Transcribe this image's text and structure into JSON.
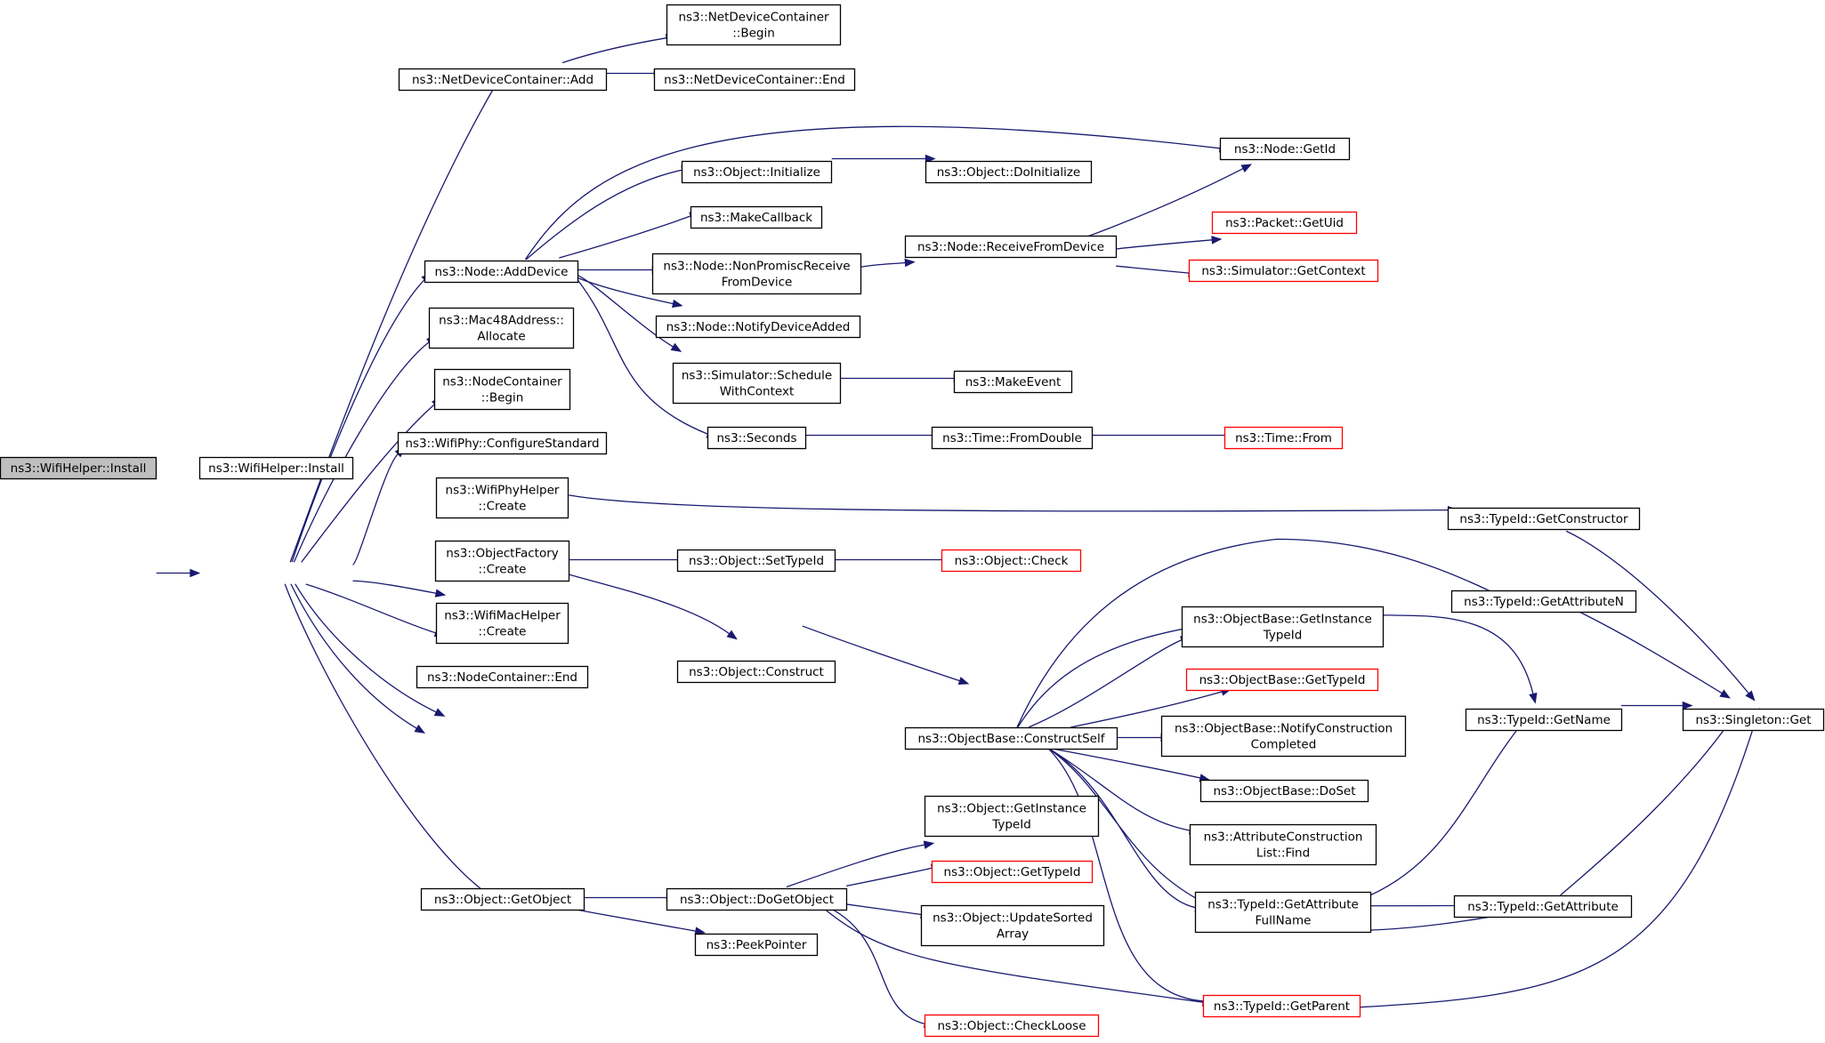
{
  "colors": {
    "edge": "#191970",
    "border": "#000000",
    "truncated_border": "#ff0000",
    "root_fill": "#bfbfbf",
    "fill": "#ffffff"
  },
  "nodes": {
    "root": {
      "lines": [
        "ns3::WifiHelper::Install"
      ]
    },
    "install": {
      "lines": [
        "ns3::WifiHelper::Install"
      ]
    },
    "ndc_add": {
      "lines": [
        "ns3::NetDeviceContainer::Add"
      ]
    },
    "ndc_begin": {
      "lines": [
        "ns3::NetDeviceContainer",
        "::Begin"
      ]
    },
    "ndc_end": {
      "lines": [
        "ns3::NetDeviceContainer::End"
      ]
    },
    "node_adddevice": {
      "lines": [
        "ns3::Node::AddDevice"
      ]
    },
    "mac48": {
      "lines": [
        "ns3::Mac48Address::",
        "Allocate"
      ]
    },
    "nc_begin": {
      "lines": [
        "ns3::NodeContainer",
        "::Begin"
      ]
    },
    "phy_cfg": {
      "lines": [
        "ns3::WifiPhy::ConfigureStandard"
      ]
    },
    "phyhelper_create": {
      "lines": [
        "ns3::WifiPhyHelper",
        "::Create"
      ]
    },
    "of_create": {
      "lines": [
        "ns3::ObjectFactory",
        "::Create"
      ]
    },
    "machelper_create": {
      "lines": [
        "ns3::WifiMacHelper",
        "::Create"
      ]
    },
    "nc_end": {
      "lines": [
        "ns3::NodeContainer::End"
      ]
    },
    "getobject": {
      "lines": [
        "ns3::Object::GetObject"
      ]
    },
    "node_getid": {
      "lines": [
        "ns3::Node::GetId"
      ]
    },
    "obj_initialize": {
      "lines": [
        "ns3::Object::Initialize"
      ]
    },
    "obj_doinitialize": {
      "lines": [
        "ns3::Object::DoInitialize"
      ]
    },
    "makecallback": {
      "lines": [
        "ns3::MakeCallback"
      ]
    },
    "nonpromisc": {
      "lines": [
        "ns3::Node::NonPromiscReceive",
        "FromDevice"
      ]
    },
    "receivefromdevice": {
      "lines": [
        "ns3::Node::ReceiveFromDevice"
      ]
    },
    "packet_getuid": {
      "lines": [
        "ns3::Packet::GetUid"
      ]
    },
    "sim_getcontext": {
      "lines": [
        "ns3::Simulator::GetContext"
      ]
    },
    "notifydeviceadded": {
      "lines": [
        "ns3::Node::NotifyDeviceAdded"
      ]
    },
    "sim_schedule": {
      "lines": [
        "ns3::Simulator::Schedule",
        "WithContext"
      ]
    },
    "makeevent": {
      "lines": [
        "ns3::MakeEvent"
      ]
    },
    "seconds": {
      "lines": [
        "ns3::Seconds"
      ]
    },
    "time_fromdouble": {
      "lines": [
        "ns3::Time::FromDouble"
      ]
    },
    "time_from": {
      "lines": [
        "ns3::Time::From"
      ]
    },
    "tid_getconstructor": {
      "lines": [
        "ns3::TypeId::GetConstructor"
      ]
    },
    "obj_settypeid": {
      "lines": [
        "ns3::Object::SetTypeId"
      ]
    },
    "obj_check": {
      "lines": [
        "ns3::Object::Check"
      ]
    },
    "tid_getattributen": {
      "lines": [
        "ns3::TypeId::GetAttributeN"
      ]
    },
    "ob_getinstancetypeid": {
      "lines": [
        "ns3::ObjectBase::GetInstance",
        "TypeId"
      ]
    },
    "ob_gettypeid": {
      "lines": [
        "ns3::ObjectBase::GetTypeId"
      ]
    },
    "obj_construct": {
      "lines": [
        "ns3::Object::Construct"
      ]
    },
    "ob_constructself": {
      "lines": [
        "ns3::ObjectBase::ConstructSelf"
      ]
    },
    "ob_notifyconstruction": {
      "lines": [
        "ns3::ObjectBase::NotifyConstruction",
        "Completed"
      ]
    },
    "tid_getname": {
      "lines": [
        "ns3::TypeId::GetName"
      ]
    },
    "singleton_get": {
      "lines": [
        "ns3::Singleton::Get"
      ]
    },
    "ob_doset": {
      "lines": [
        "ns3::ObjectBase::DoSet"
      ]
    },
    "acl_find": {
      "lines": [
        "ns3::AttributeConstruction",
        "List::Find"
      ]
    },
    "obj_getinstancetypeid": {
      "lines": [
        "ns3::Object::GetInstance",
        "TypeId"
      ]
    },
    "obj_gettypeid": {
      "lines": [
        "ns3::Object::GetTypeId"
      ]
    },
    "obj_dogetobject": {
      "lines": [
        "ns3::Object::DoGetObject"
      ]
    },
    "obj_updatesorted": {
      "lines": [
        "ns3::Object::UpdateSorted",
        "Array"
      ]
    },
    "peekpointer": {
      "lines": [
        "ns3::PeekPointer"
      ]
    },
    "tid_getattributefullname": {
      "lines": [
        "ns3::TypeId::GetAttribute",
        "FullName"
      ]
    },
    "tid_getattribute": {
      "lines": [
        "ns3::TypeId::GetAttribute"
      ]
    },
    "tid_getparent": {
      "lines": [
        "ns3::TypeId::GetParent"
      ]
    },
    "obj_checkloose": {
      "lines": [
        "ns3::Object::CheckLoose"
      ]
    }
  }
}
